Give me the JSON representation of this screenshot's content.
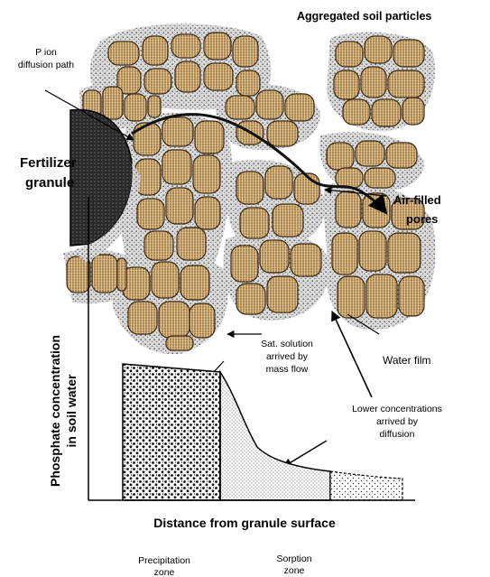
{
  "labels": {
    "aggregated": "Aggregated soil particles",
    "p_ion_1": "P ion",
    "p_ion_2": "diffusion path",
    "fertilizer_1": "Fertilizer",
    "fertilizer_2": "granule",
    "air_1": "Air-filled",
    "air_2": "pores",
    "sat_1": "Sat. solution",
    "sat_2": "arrived by",
    "sat_3": "mass flow",
    "water_film": "Water film",
    "lower_1": "Lower concentrations",
    "lower_2": "arrived by",
    "lower_3": "diffusion",
    "yaxis_1": "Phosphate concentration",
    "yaxis_2": "in soil water",
    "xaxis": "Distance from granule surface",
    "precip_1": "Precipitation",
    "precip_2": "zone",
    "sorption_1": "Sorption",
    "sorption_2": "zone"
  },
  "colors": {
    "particle": "#c8a26a",
    "water_film": "#d8d8d8",
    "granule": "#222222"
  }
}
